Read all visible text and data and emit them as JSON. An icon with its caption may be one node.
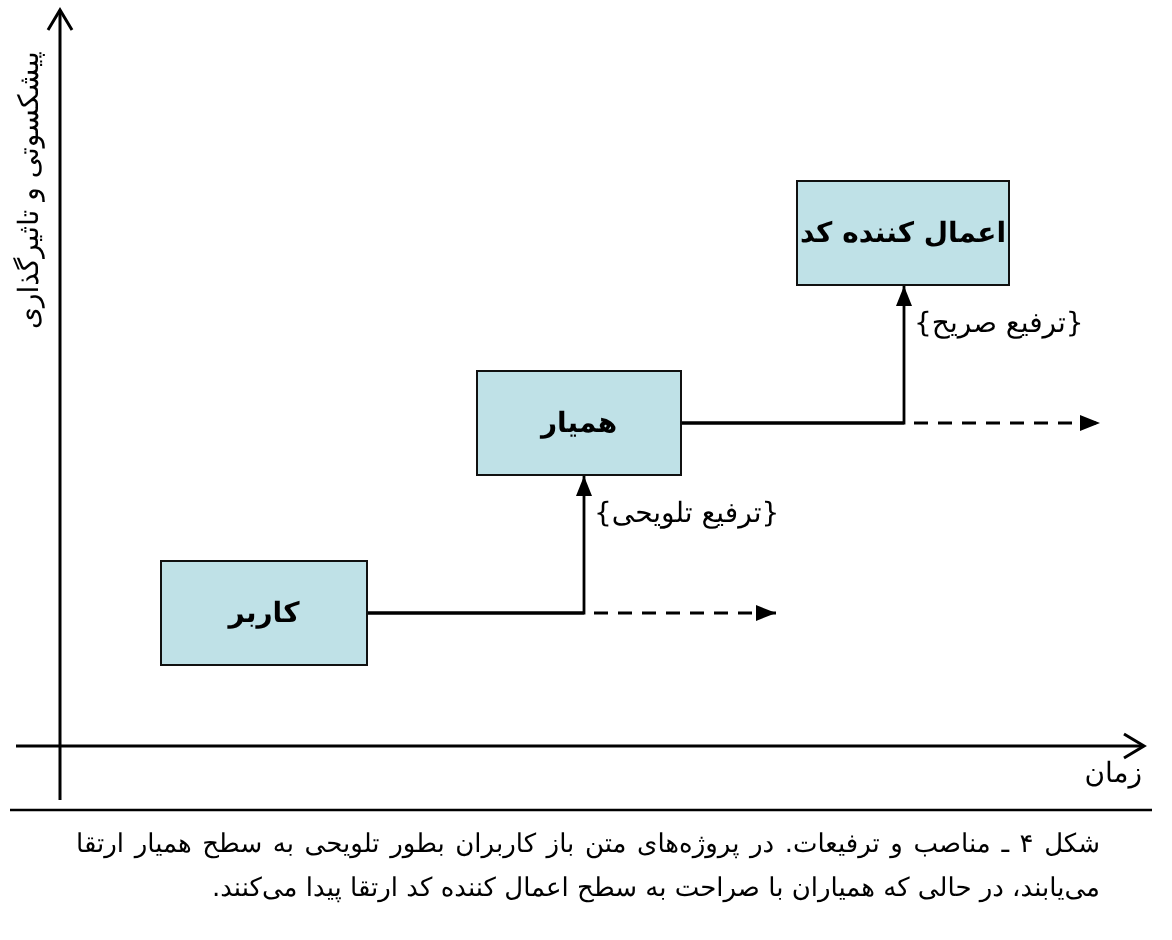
{
  "diagram": {
    "caption": "شکل ۴ ـ مناصب و ترفیعات. در پروژه‌های متن باز کاربران بطور تلویحی به سطح همیار ارتقا می‌یابند، در حالی که همیاران با صراحت به سطح اعمال کننده کد ارتقا پیدا می‌کنند.",
    "nodes": [
      {
        "text": [
          "کاربر"
        ]
      },
      {
        "text": [
          "همیار"
        ]
      },
      {
        "text": [
          "اعمال کننده کد"
        ]
      }
    ],
    "edges": [
      {
        "from": 0,
        "to": 1,
        "arrow": "to",
        "label": "{ترفیع تلویحی}"
      },
      {
        "from": 0,
        "to": null,
        "arrow": "to",
        "style": "dashed"
      },
      {
        "from": 1,
        "to": 2,
        "arrow": "to",
        "label": "{ترفیع صریح}"
      },
      {
        "from": 1,
        "to": null,
        "arrow": "to",
        "style": "dashed"
      }
    ],
    "labels": [
      "پیشکسوتی و تاثیرگذاری",
      "زمان"
    ]
  }
}
